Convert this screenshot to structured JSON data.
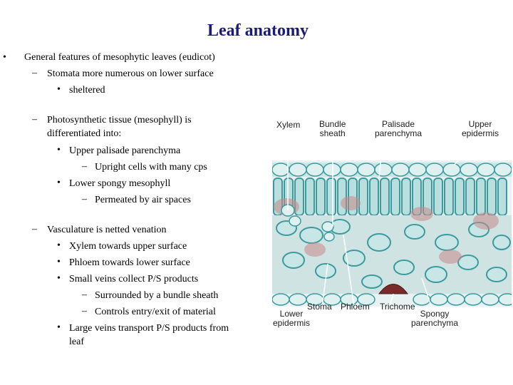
{
  "slide": {
    "title": "Leaf anatomy",
    "bullets": {
      "b1": "General features of mesophytic leaves (eudicot)",
      "b1_1": "Stomata more numerous on lower surface",
      "b1_1_1": "sheltered",
      "b1_2a": "Photosynthetic tissue (mesophyll) is",
      "b1_2b": "differentiated into:",
      "b1_2_1": "Upper palisade parenchyma",
      "b1_2_1_1": "Upright cells with many cps",
      "b1_2_2": "Lower spongy mesophyll",
      "b1_2_2_1": "Permeated by air spaces",
      "b1_3": "Vasculature is netted venation",
      "b1_3_1": "Xylem towards upper surface",
      "b1_3_2": "Phloem towards lower surface",
      "b1_3_3": "Small veins collect P/S products",
      "b1_3_3_1": "Surrounded by a bundle sheath",
      "b1_3_3_2": "Controls entry/exit of material",
      "b1_3_4a": "Large veins transport P/S products from",
      "b1_3_4b": "leaf"
    },
    "markers": {
      "l1": "•",
      "l2": "–",
      "l3": "•",
      "l4": "–"
    }
  },
  "figure": {
    "labels": {
      "xylem": "Xylem",
      "bundle_sheath_1": "Bundle",
      "bundle_sheath_2": "sheath",
      "palisade_1": "Palisade",
      "palisade_2": "parenchyma",
      "upper_epi_1": "Upper",
      "upper_epi_2": "epidermis",
      "lower_epi_1": "Lower",
      "lower_epi_2": "epidermis",
      "stoma": "Stoma",
      "phloem": "Phloem",
      "trichome": "Trichome",
      "spongy_1": "Spongy",
      "spongy_2": "parenchyma"
    },
    "colors": {
      "tissue_teal": "#3a9a9e",
      "cell_light": "#c9e6e6",
      "tissue_pink": "#c98a8a",
      "background": "#e8f2f2"
    }
  }
}
